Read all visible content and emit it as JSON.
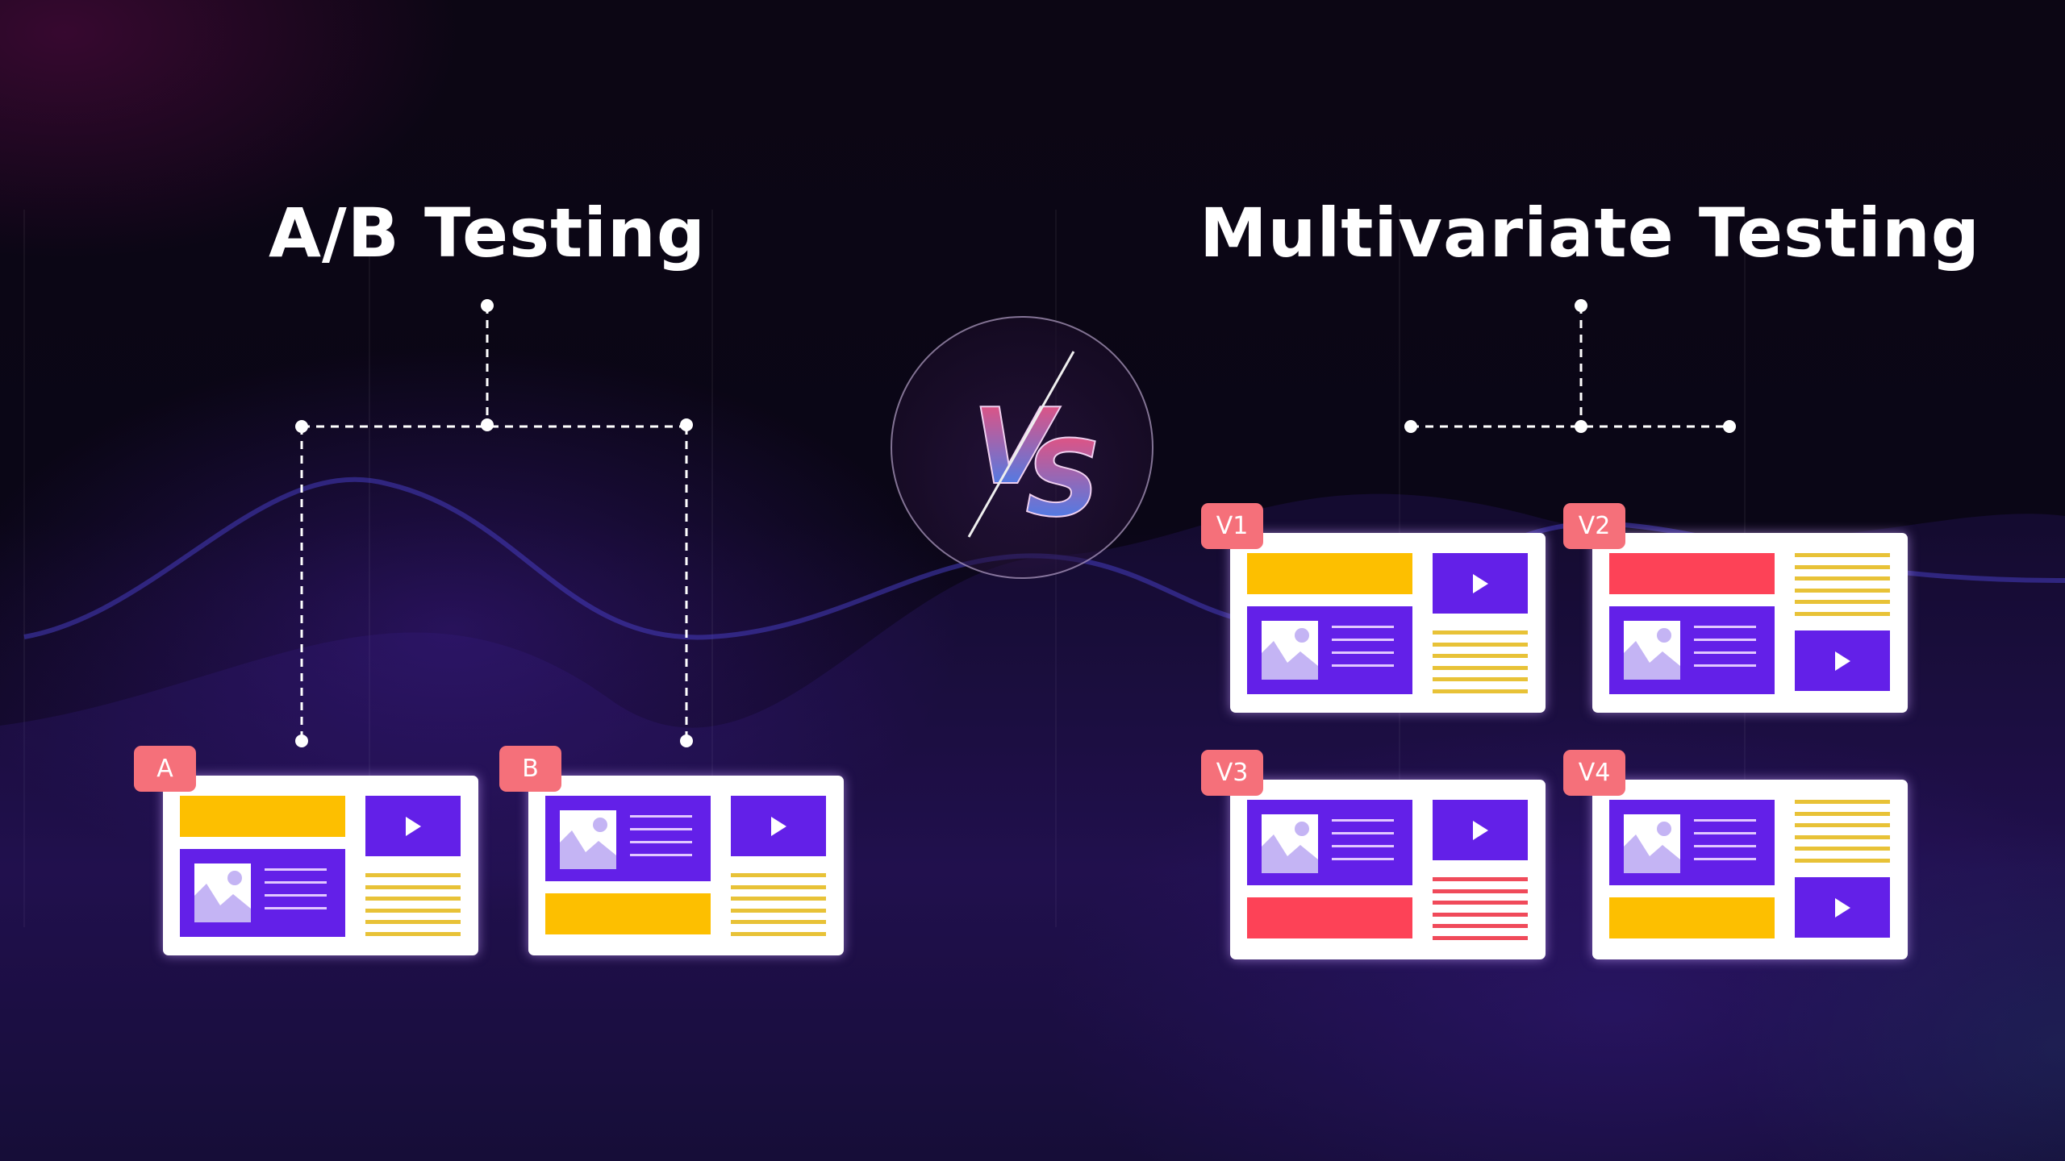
{
  "titles": {
    "left": "A/B Testing",
    "right": "Multivariate Testing"
  },
  "vs_logo": "VS",
  "colors": {
    "yellow": "#fdbf00",
    "red": "#fd4257",
    "purple": "#6320e8",
    "label": "#f5707a",
    "lines_yellow": "#e8c237",
    "lines_red": "#f04a5a"
  },
  "cards": [
    {
      "label": "A",
      "left_top": "bar",
      "bar_color": "yellow",
      "right_top": "video",
      "lines_color": "yellow"
    },
    {
      "label": "B",
      "left_top": "image",
      "bar_color": "yellow",
      "right_top": "video",
      "lines_color": "yellow"
    },
    {
      "label": "V1",
      "left_top": "bar",
      "bar_color": "yellow",
      "right_top": "video",
      "lines_color": "yellow"
    },
    {
      "label": "V2",
      "left_top": "bar",
      "bar_color": "red",
      "right_top": "lines",
      "lines_color": "yellow"
    },
    {
      "label": "V3",
      "left_top": "image",
      "bar_color": "red",
      "right_top": "video",
      "lines_color": "red"
    },
    {
      "label": "V4",
      "left_top": "image",
      "bar_color": "yellow",
      "right_top": "lines",
      "lines_color": "yellow"
    }
  ]
}
